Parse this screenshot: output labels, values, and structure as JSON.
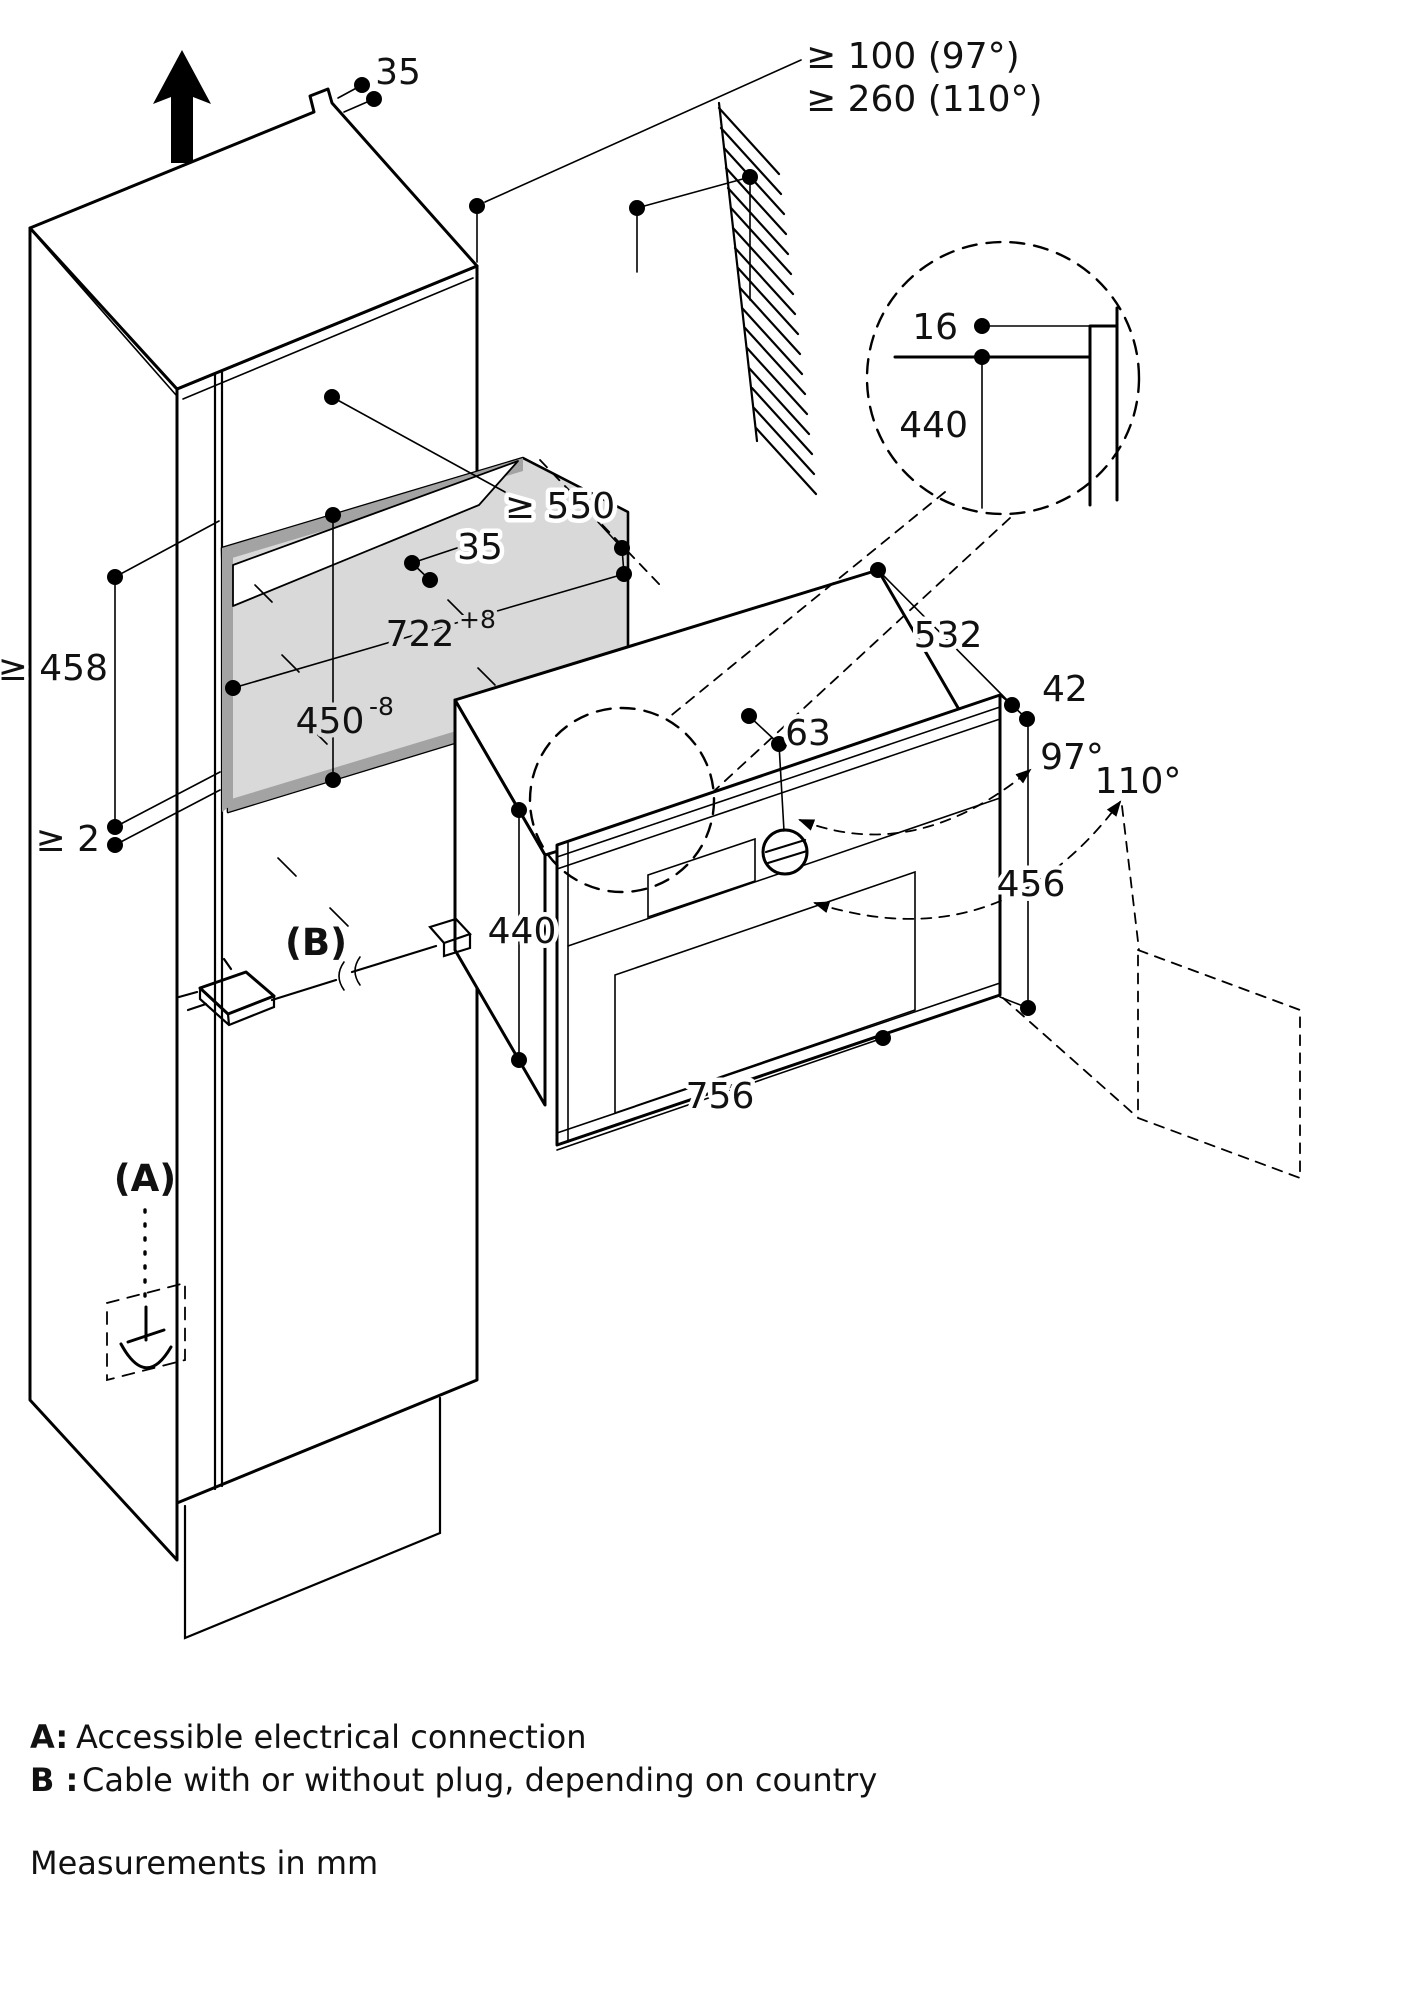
{
  "diagram": {
    "top": {
      "cleat_offset": "35",
      "wall_clearance_line1": "≥ 100 (97°)",
      "wall_clearance_line2": "≥ 260 (110°)"
    },
    "detail_circle": {
      "panel_thickness": "16",
      "height": "440"
    },
    "niche": {
      "depth_min": "≥ 550",
      "front_offset": "35",
      "width": "722",
      "width_tolerance": "+8",
      "height": "450",
      "height_tolerance": "-8",
      "clearance_height": "≥ 458",
      "bottom_gap": "≥ 2"
    },
    "appliance": {
      "depth": "532",
      "door_gap": "42",
      "opening_angle_small": "97°",
      "opening_angle_large": "110°",
      "front_height": "456",
      "body_height": "440",
      "width": "756",
      "knob_offset": "63"
    },
    "callouts": {
      "a": "(A)",
      "b": "(B)"
    },
    "legend": {
      "a_key": "A:",
      "a_text": "Accessible electrical connection",
      "b_key": "B :",
      "b_text": "Cable with or without plug, depending on country",
      "note": "Measurements in mm"
    }
  }
}
